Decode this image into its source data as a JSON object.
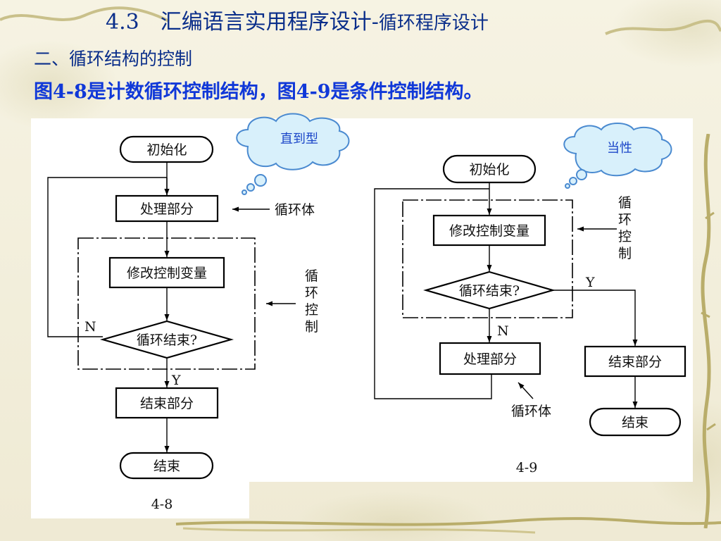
{
  "slide": {
    "title_main": "4.3　汇编语言实用程序设计-",
    "title_sub": "循环程序设计",
    "subtitle": "二、循环结构的控制",
    "description": "图4-8是计数循环控制结构，图4-9是条件控制结构。"
  },
  "fig48": {
    "cloud": "直到型",
    "init": "初始化",
    "process": "处理部分",
    "modify": "修改控制变量",
    "decision": "循环结束?",
    "end_part": "结束部分",
    "end": "结束",
    "label_body": "循环体",
    "label_ctrl": [
      "循",
      "环",
      "控",
      "制"
    ],
    "label_n": "N",
    "label_y": "Y",
    "caption": "4-8"
  },
  "fig49": {
    "cloud": "当性",
    "init": "初始化",
    "modify": "修改控制变量",
    "decision": "循环结束?",
    "process": "处理部分",
    "end_part": "结束部分",
    "end": "结束",
    "label_body": "循环体",
    "label_ctrl": [
      "循",
      "环",
      "控",
      "制"
    ],
    "label_n": "N",
    "label_y": "Y",
    "caption": "4-9"
  },
  "colors": {
    "title": "#0a2e8a",
    "description": "#1038d8",
    "cloud_fill": "#d8f0fb",
    "cloud_stroke": "#4a8ad0",
    "cloud_text": "#1a45c8"
  }
}
